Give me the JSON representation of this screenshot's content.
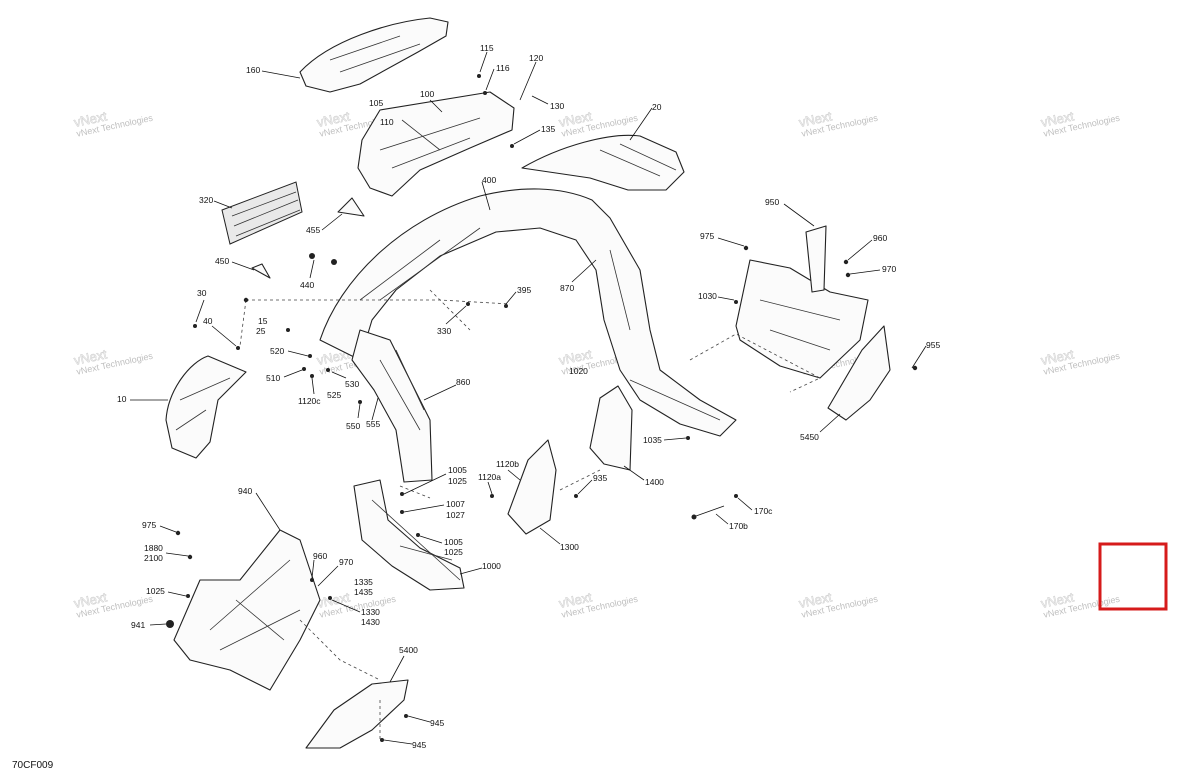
{
  "watermark": "vNext Technologies",
  "drawing_ref": "70CF009",
  "highlight_color": "#d61b1b",
  "labels": [
    "160",
    "115",
    "116",
    "120",
    "130",
    "105",
    "110",
    "100",
    "135",
    "20",
    "320",
    "455",
    "400",
    "450",
    "440",
    "30",
    "15",
    "25",
    "40",
    "395",
    "870",
    "950",
    "975",
    "960",
    "970",
    "1030",
    "330",
    "520",
    "510",
    "530",
    "525",
    "1120c",
    "550",
    "555",
    "860",
    "10",
    "1020",
    "955",
    "1035",
    "5450",
    "1005",
    "1025",
    "1120b",
    "1120a",
    "935",
    "1400",
    "1007",
    "1027",
    "170c",
    "940",
    "975",
    "1880",
    "2100",
    "960",
    "970",
    "1335",
    "1435",
    "1330",
    "1430",
    "1025",
    "941",
    "1005",
    "1025",
    "1300",
    "170b",
    "1000",
    "5400",
    "945",
    "945"
  ]
}
